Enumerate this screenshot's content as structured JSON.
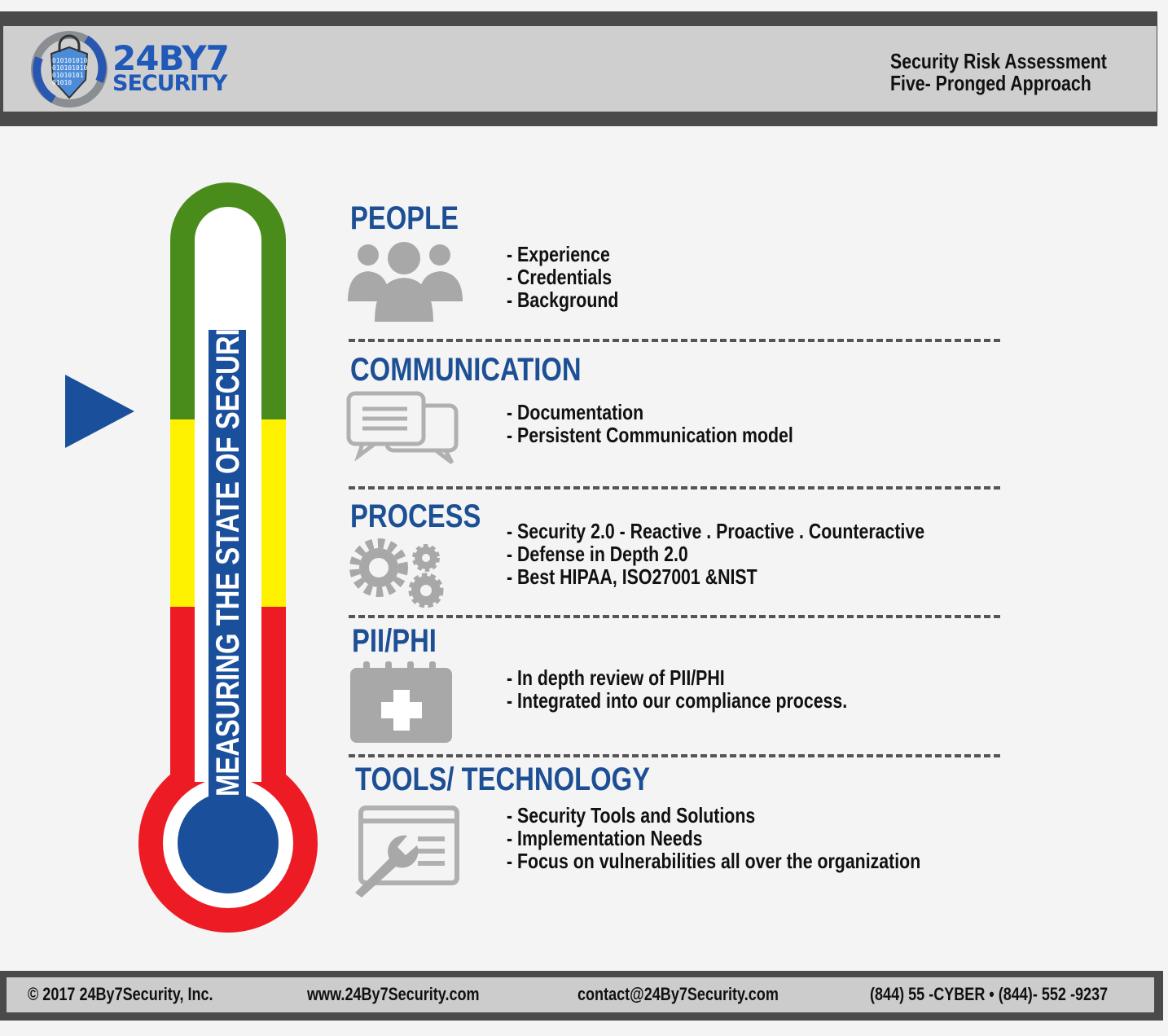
{
  "header": {
    "logo_top": "24BY7",
    "logo_bottom": "SECURITY",
    "logo_binary": [
      "010101010",
      "010101010",
      "01010101",
      "01010"
    ],
    "title_line1": "Security Risk Assessment",
    "title_line2": "Five- Pronged Approach"
  },
  "thermometer": {
    "label": "MEASURING THE STATE OF SECURITY",
    "colors": {
      "green": "#4a8c1c",
      "yellow": "#fff200",
      "red": "#ed1c24",
      "blue": "#1a4f9c"
    }
  },
  "sections": [
    {
      "title": "PEOPLE",
      "items": [
        "- Experience",
        "- Credentials",
        "- Background"
      ]
    },
    {
      "title": "COMMUNICATION",
      "items": [
        "- Documentation",
        "- Persistent Communication model"
      ]
    },
    {
      "title": "PROCESS",
      "items": [
        "- Security 2.0 - Reactive . Proactive . Counteractive",
        "- Defense in Depth 2.0",
        "- Best HIPAA, ISO27001 &NIST"
      ]
    },
    {
      "title": "PII/PHI",
      "items": [
        "- In depth review of PII/PHI",
        "- Integrated into our compliance process."
      ]
    },
    {
      "title": "TOOLS/ TECHNOLOGY",
      "items": [
        "- Security Tools and Solutions",
        "- Implementation Needs",
        "- Focus on vulnerabilities all over the organization"
      ]
    }
  ],
  "footer": {
    "copyright": "© 2017 24By7Security, Inc.",
    "website": "www.24By7Security.com",
    "email": "contact@24By7Security.com",
    "phone": "(844) 55 -CYBER • (844)- 552 -9237"
  }
}
